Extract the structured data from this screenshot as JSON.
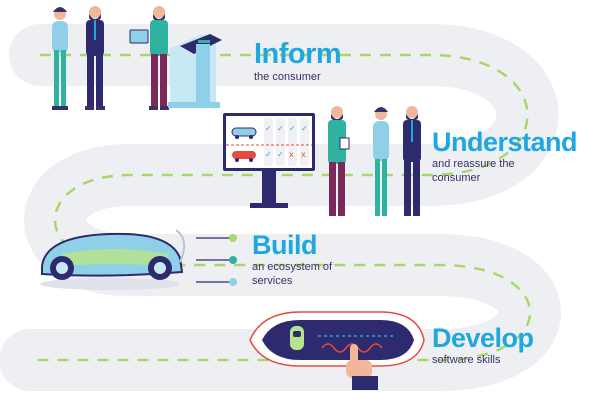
{
  "steps": [
    {
      "title": "Inform",
      "subtitle": "the consumer"
    },
    {
      "title": "Understand",
      "subtitle": "and reassure the consumer"
    },
    {
      "title": "Build",
      "subtitle": "an ecosystem of services"
    },
    {
      "title": "Develop",
      "subtitle": "software skills"
    }
  ],
  "screen_marks": {
    "check": "✓",
    "cross": "x"
  },
  "colors": {
    "road": "#eeeff3",
    "title_blue": "#1fa7e0",
    "text_purple": "#3a2f6b",
    "dash_green": "#a6d96a",
    "navy": "#2e2a6e",
    "teal": "#2fb3a0",
    "red": "#e64b3c"
  }
}
